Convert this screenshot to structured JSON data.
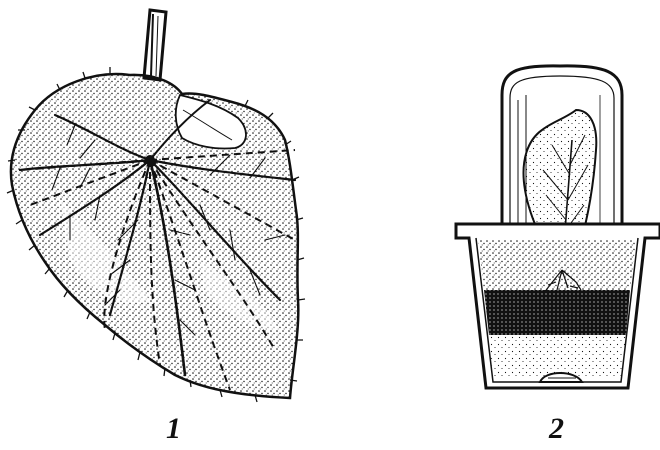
{
  "figures": [
    {
      "label": "1",
      "subject": "begonia-leaf-with-cut-lines"
    },
    {
      "label": "2",
      "subject": "leaf-segment-rooting-in-pot-under-glass"
    }
  ],
  "colors": {
    "ink": "#111111",
    "paper": "#ffffff"
  }
}
